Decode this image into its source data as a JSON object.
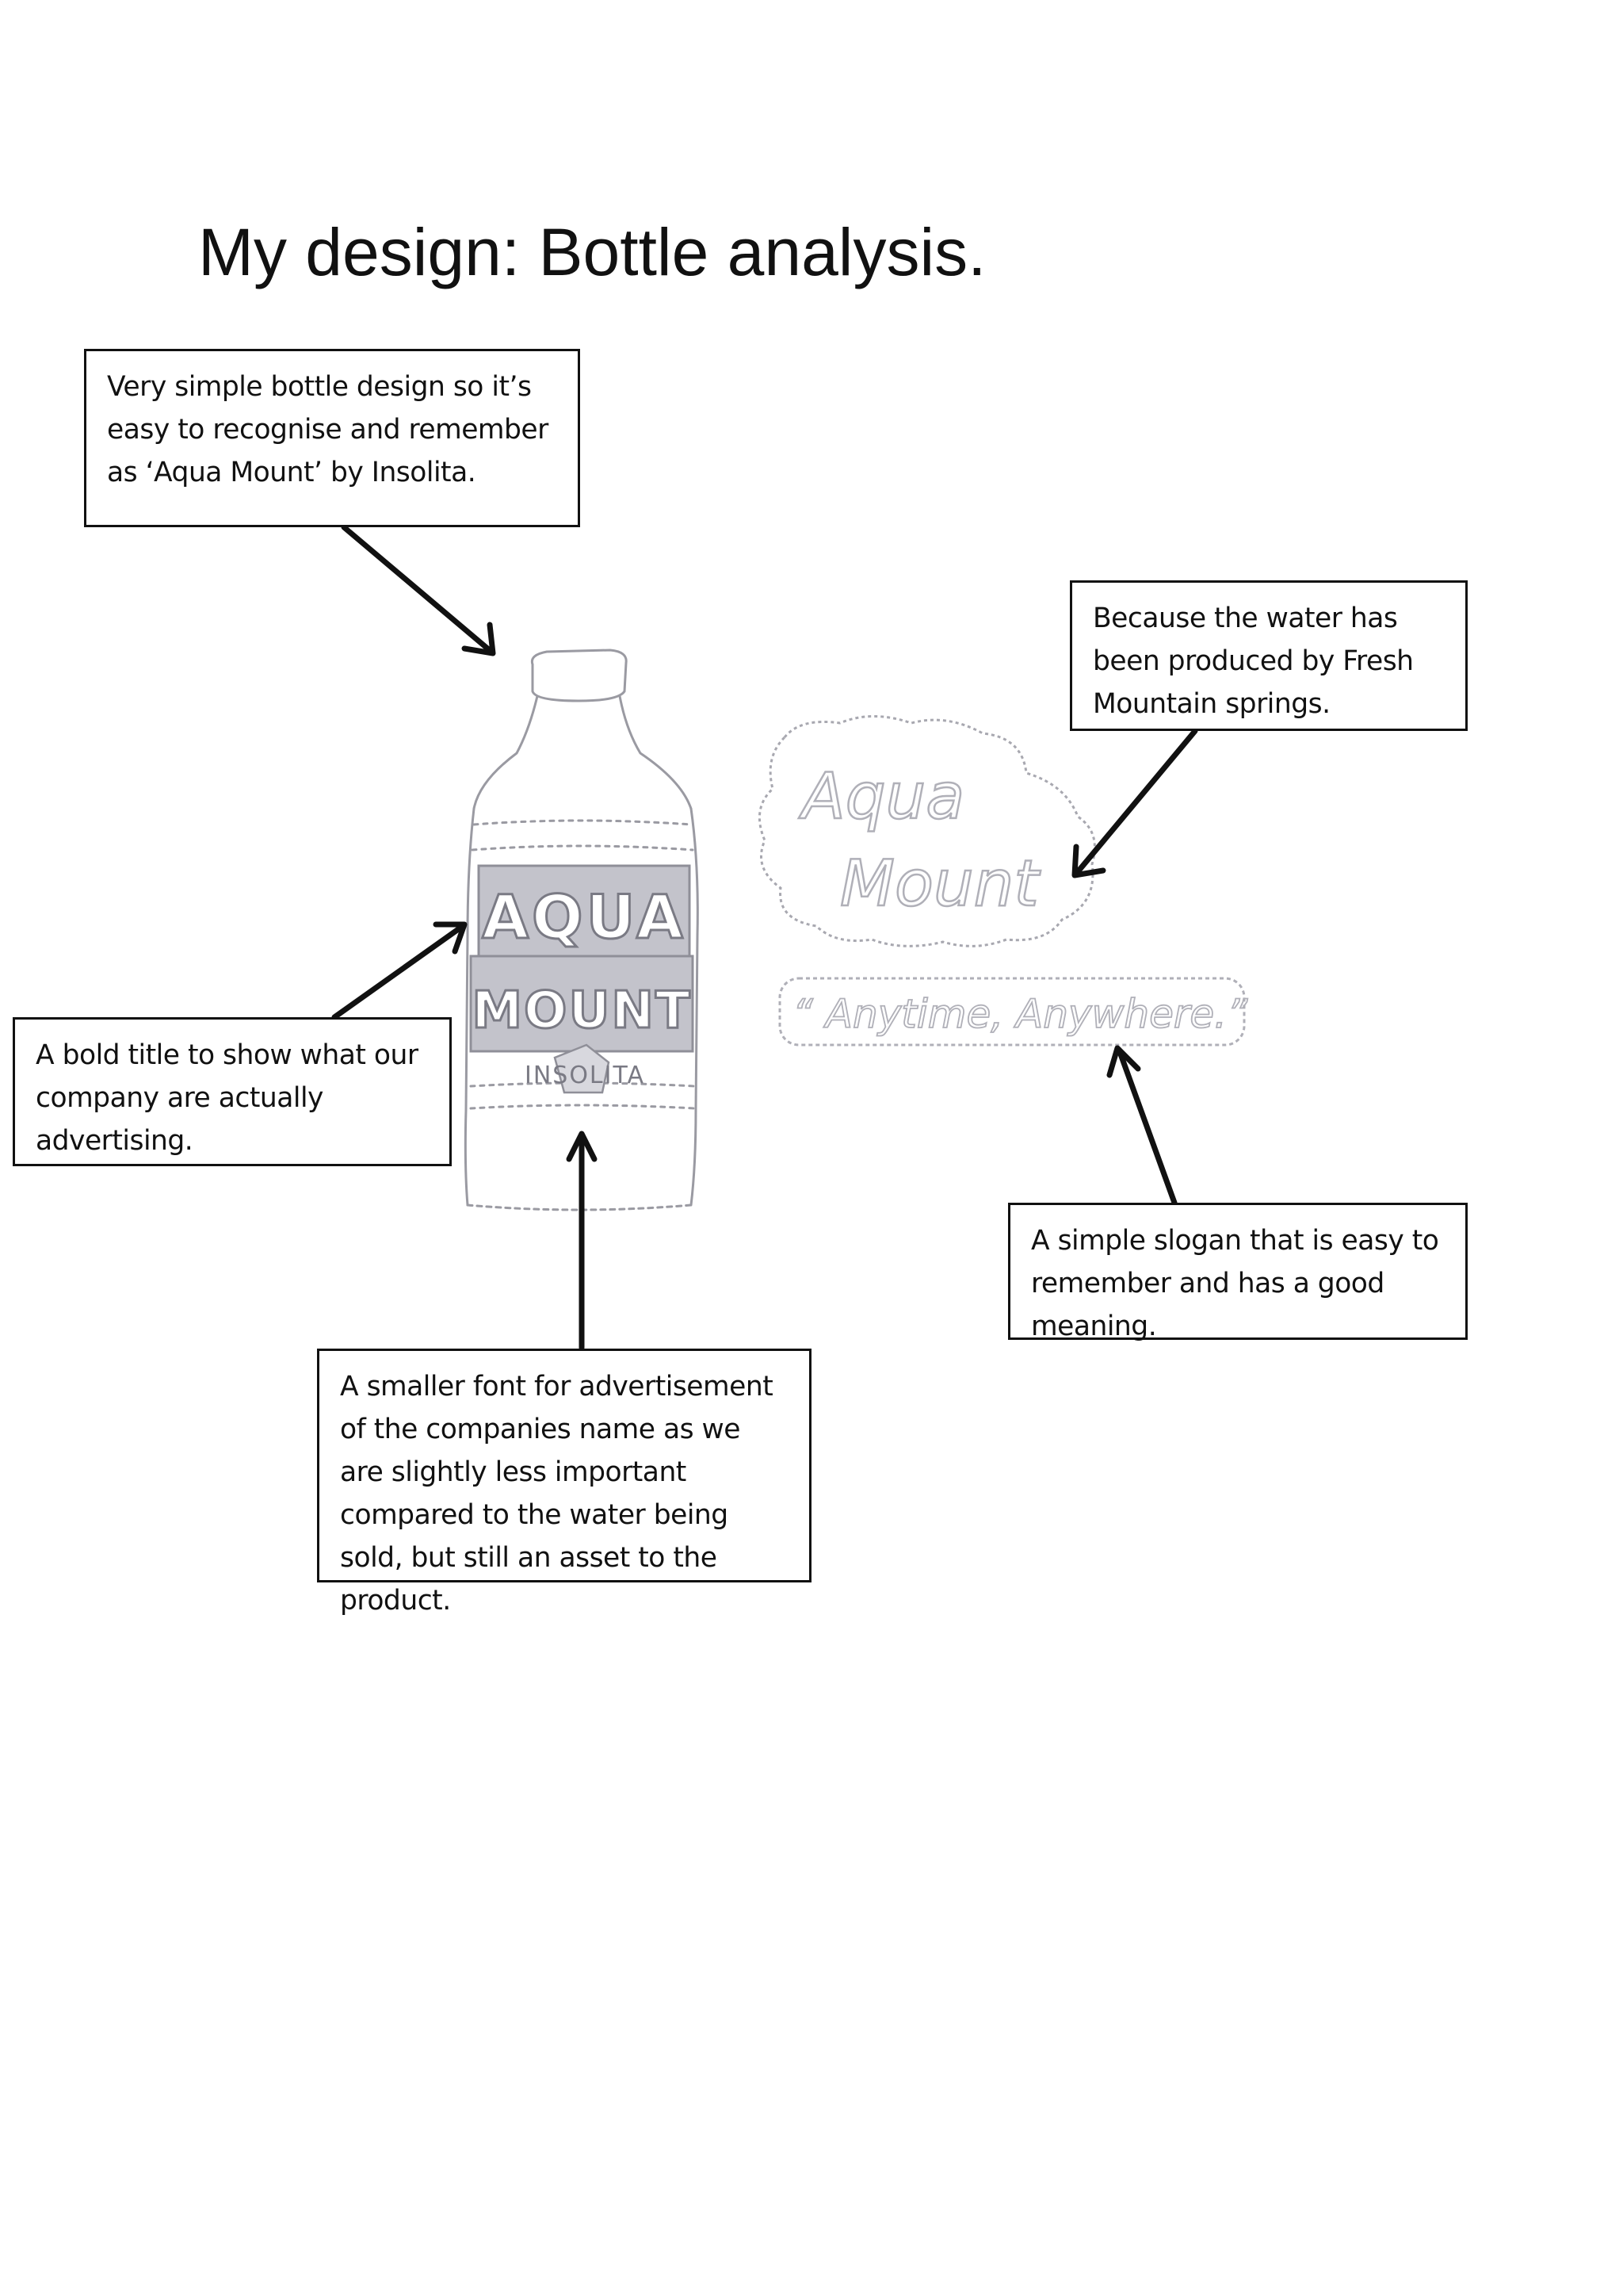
{
  "page": {
    "title": "My design: Bottle analysis."
  },
  "notes": [
    {
      "text": "Very simple bottle design so it’s easy to recognise and remember as ‘Aqua Mount’ by Insolita."
    },
    {
      "text": "Because the water has been produced by Fresh Mountain springs."
    },
    {
      "text": "A bold title to show what our company are actually advertising."
    },
    {
      "text": "A simple slogan that is easy to remember and has a good meaning."
    },
    {
      "text": "A smaller font for advertisement of the companies name as we are slightly less important compared to the water being sold, but still an asset to the product."
    }
  ],
  "sketch": {
    "label_top": "AQUA",
    "label_middle": "MOUNT",
    "label_brand": "INSOLITA",
    "logo_word_1": "Aqua",
    "logo_word_2": "Mount",
    "slogan": "“ Anytime, Anywhere.”"
  },
  "colors": {
    "ink": "#111111",
    "pencil": "#9a9aa2",
    "pencil_fill": "#b9b9c2"
  }
}
